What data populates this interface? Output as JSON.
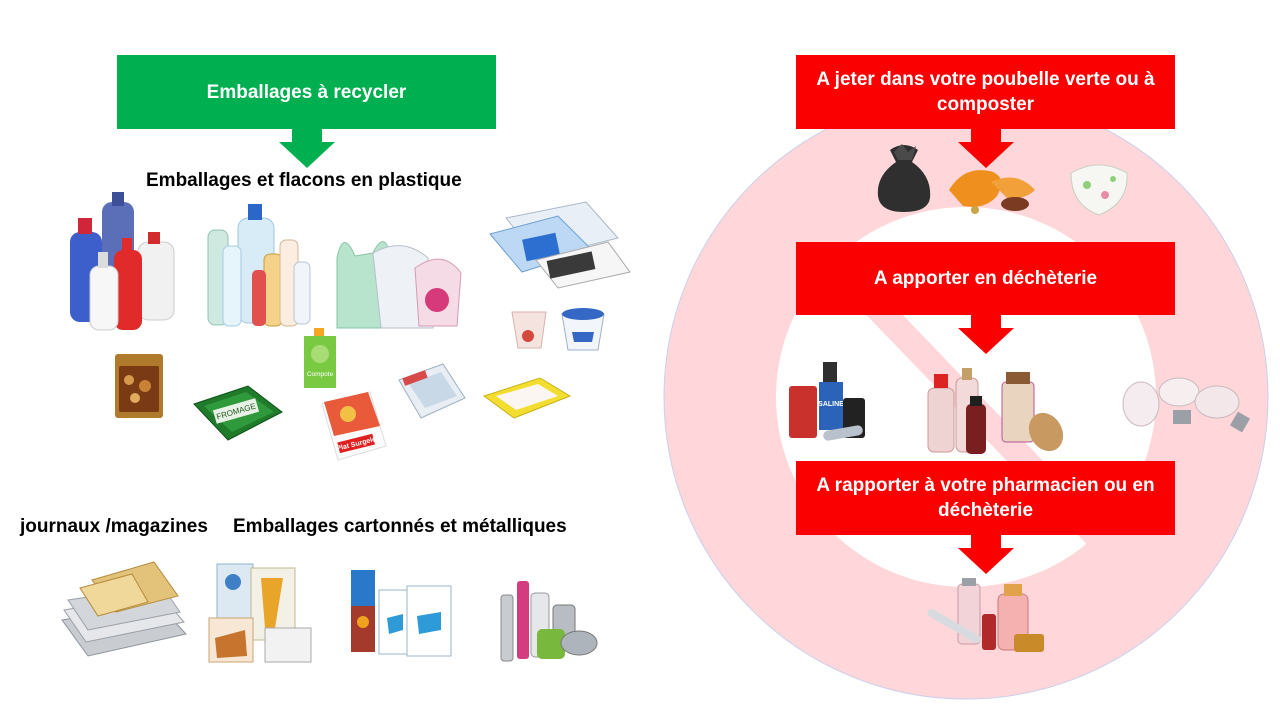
{
  "recycle": {
    "box_label": "Emballages à recycler",
    "plastic_heading": "Emballages et flacons en plastique",
    "paper_heading": "journaux /magazines",
    "carton_heading": "Emballages cartonnés et métalliques",
    "tray_label": "FROMAGE",
    "pouch_label": "Compote",
    "pizza_label": "Plat Surgelé",
    "battery_label": "SALINE"
  },
  "discard": {
    "green_bin_label": "A jeter dans votre poubelle verte ou à composter",
    "dechetterie_label": "A apporter en déchèterie",
    "pharmacy_label": "A rapporter à votre pharmacien ou en déchèterie"
  },
  "colors": {
    "green": "#00b050",
    "red": "#fb0000",
    "prohibition_sign": "#ffd6d9"
  },
  "icons": [
    "plastic-bottles-icon",
    "water-bottles-icon",
    "plastic-bags-icon",
    "blister-packs-icon",
    "yogurt-cups-icon",
    "snack-bag-icon",
    "cheese-tray-icon",
    "compote-pouch-icon",
    "pizza-box-icon",
    "film-tray-icon",
    "foam-tray-icon",
    "newspapers-stack-icon",
    "cereal-boxes-icon",
    "milk-cartons-icon",
    "metal-cans-icon",
    "trash-bag-icon",
    "food-waste-icon",
    "diaper-icon",
    "batteries-icon",
    "chemical-bottles-icon",
    "light-bulbs-icon",
    "medicines-icon"
  ]
}
